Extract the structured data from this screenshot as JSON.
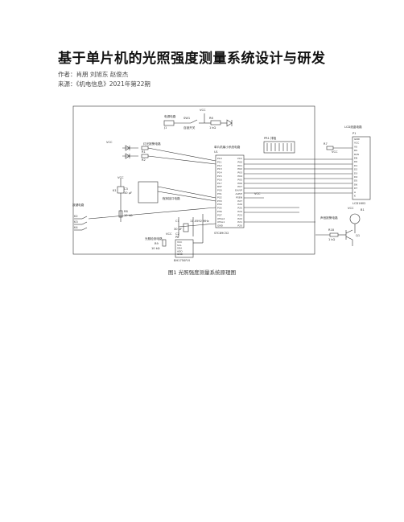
{
  "paper": {
    "title": "基于单片机的光照强度测量系统设计与研发",
    "authors_label": "作者：",
    "authors": "肖朋 刘旭东 赵俊杰",
    "source_label": "来源：",
    "source": "《机电信息》2021年第22期"
  },
  "figure": {
    "caption": "图1 光照强度测量系统原理图",
    "labels": {
      "power_circuit": "电源电路",
      "sw1": "SW1",
      "power_switch": "自锁开关",
      "j1": "J1",
      "vcc": "VCC",
      "r6": "R6",
      "r6_val": "1 kΩ",
      "led_alarm": "灯光报警电路",
      "r1": "R1",
      "r2": "R2",
      "mcu_min": "单片机最小系统电路",
      "u1": "U1",
      "chip": "STC89C52",
      "pr1": "PR1 排阻",
      "lcd_circuit": "LCD液晶电路",
      "lcd_model": "LCD1602",
      "p1": "P1",
      "r7": "R7",
      "key_circuit": "按键电路",
      "k1": "K1",
      "c3": "C3",
      "c3_val": "10 μF",
      "r8": "R8",
      "r8_val": "10 kΩ",
      "prog_port": "程序接口电路",
      "k2": "K2",
      "k3": "K3",
      "k4": "K4",
      "sound_alarm": "声音报警电路",
      "b1": "B1",
      "r18": "R18",
      "r18_val": "1 kΩ",
      "q1": "Q1",
      "crystal": "11.0592 MHz",
      "c1": "C1",
      "c2": "C2",
      "c_val": "30 pF",
      "light_sensor": "光照检测电路",
      "p8": "P8",
      "r9": "R9",
      "r9_val": "10 kΩ",
      "sensor_model": "BH1750FVI",
      "sensor_pins": [
        "VCC",
        "SCL",
        "SDA",
        "ADD",
        "GND"
      ],
      "mcu_left_pins": [
        "P10",
        "P11",
        "P12",
        "P13",
        "P14",
        "P15",
        "P16",
        "P17",
        "RST",
        "P30",
        "P31",
        "P32",
        "P33",
        "P34",
        "P35",
        "P36",
        "P37",
        "XTAL2",
        "XTAL1",
        "GND"
      ],
      "mcu_right_pins": [
        "VCC",
        "P00",
        "P01",
        "P02",
        "P03",
        "P04",
        "P05",
        "P06",
        "P07",
        "EA/VP",
        "ALE/P",
        "PSEN",
        "P27",
        "P26",
        "P25",
        "P24",
        "P23",
        "P22",
        "P21",
        "P20"
      ],
      "lcd_pins": [
        "GND",
        "VCC",
        "V0",
        "RS",
        "R/W",
        "EN",
        "D0",
        "D1",
        "D2",
        "D3",
        "D4",
        "D5",
        "D6",
        "D7",
        "A",
        "K"
      ]
    }
  }
}
